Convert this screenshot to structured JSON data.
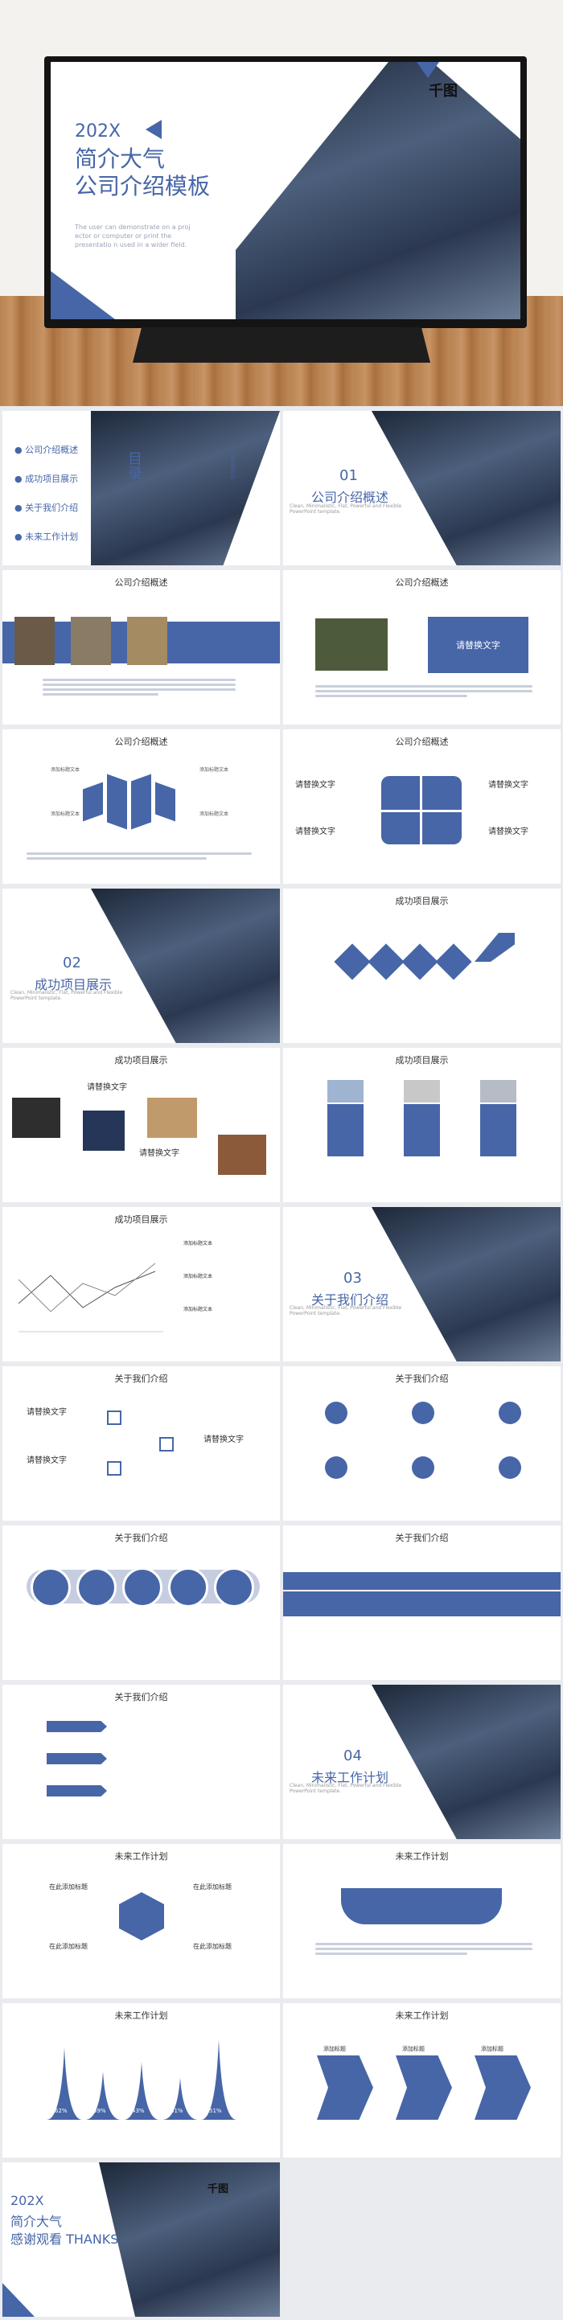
{
  "hero": {
    "year": "202X",
    "title1": "简介大气",
    "title2": "公司介绍模板",
    "body": "The user can demonstrate on a proj ector or computer or print the presentatio n used in a wider field.",
    "logo": "千图"
  },
  "toc": {
    "items": [
      "公司介绍概述",
      "成功项目展示",
      "关于我们介绍",
      "未来工作计划"
    ],
    "label": "目录",
    "label_en": "CONTENTS"
  },
  "sections": [
    {
      "num": "01",
      "title": "公司介绍概述",
      "sub": "Clean, Minimalistic, Flat, Powerful and Flexible PowerPoint template."
    },
    {
      "num": "02",
      "title": "成功项目展示",
      "sub": "Clean, Minimalistic, Flat, Powerful and Flexible PowerPoint template."
    },
    {
      "num": "03",
      "title": "关于我们介绍",
      "sub": "Clean, Minimalistic, Flat, Powerful and Flexible PowerPoint template."
    },
    {
      "num": "04",
      "title": "未来工作计划",
      "sub": "Clean, Minimalistic, Flat, Powerful and Flexible PowerPoint template."
    }
  ],
  "heads": {
    "s1": "公司介绍概述",
    "s2": "成功项目展示",
    "s3": "关于我们介绍",
    "s4": "未来工作计划"
  },
  "replace": "请替换文字",
  "add": "添加标题文本",
  "add2": "在此添加标题",
  "add3": "添加标题",
  "pcts": [
    "62%",
    "39%",
    "43%",
    "31%",
    "51%"
  ],
  "end": {
    "year": "202X",
    "t1": "简介大气",
    "t2": "感谢观看 THANKS",
    "logo": "千图"
  }
}
